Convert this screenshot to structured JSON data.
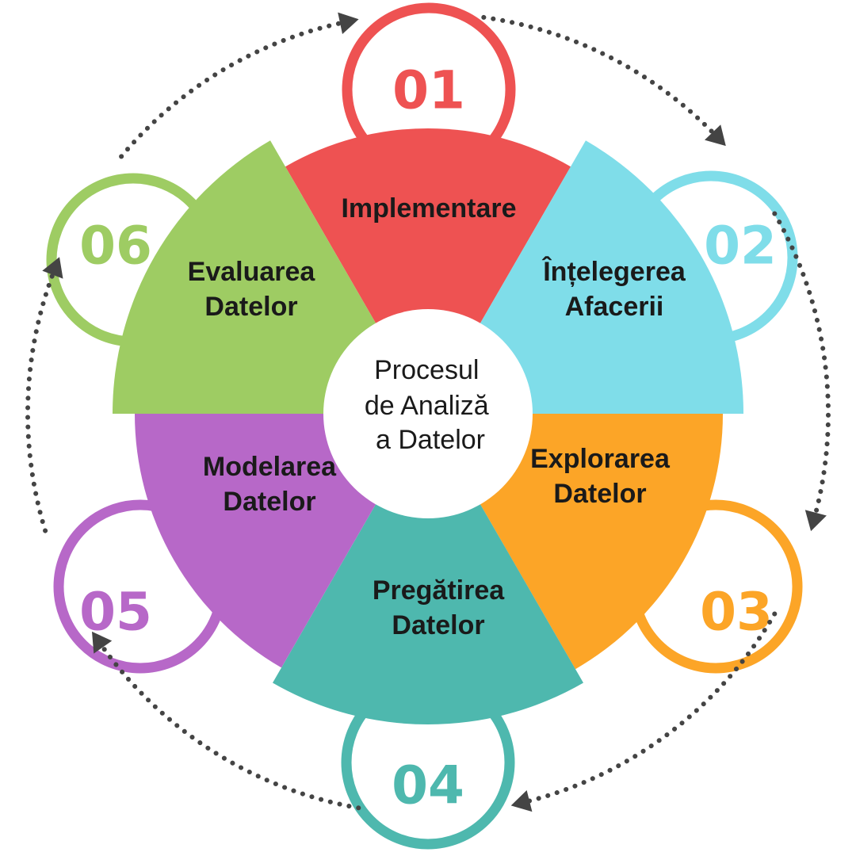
{
  "center": {
    "lines": [
      "Procesul",
      "de Analiză",
      "a Datelor"
    ]
  },
  "steps": [
    {
      "number": "01",
      "color": "#ee5252",
      "label": [
        "Implementare"
      ]
    },
    {
      "number": "02",
      "color": "#7fdde9",
      "label": [
        "Înțelegerea",
        "Afacerii"
      ]
    },
    {
      "number": "03",
      "color": "#fca527",
      "label": [
        "Explorarea",
        "Datelor"
      ]
    },
    {
      "number": "04",
      "color": "#4eb8ae",
      "label": [
        "Pregătirea",
        "Datelor"
      ]
    },
    {
      "number": "05",
      "color": "#b768c8",
      "label": [
        "Modelarea",
        "Datelor"
      ]
    },
    {
      "number": "06",
      "color": "#9ecc63",
      "label": [
        "Evaluarea",
        "Datelor"
      ]
    }
  ],
  "colors": {
    "arrow": "#444444",
    "center_fill": "#ffffff"
  }
}
